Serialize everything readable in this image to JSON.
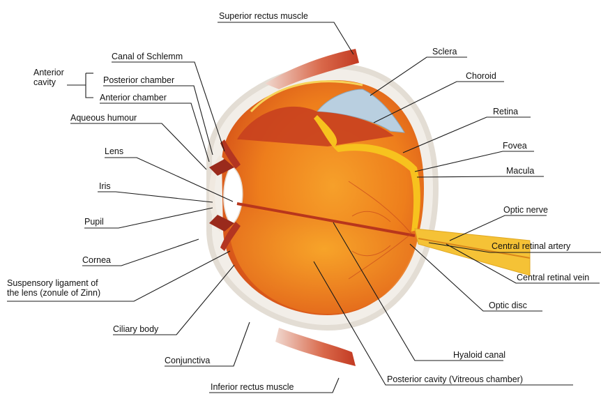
{
  "colors": {
    "vitreous": "#f08a1a",
    "vitreous_dark": "#d8551a",
    "retina_yellow": "#f7c21e",
    "sclera": "#f4f1ec",
    "choroid_blue": "#b9cfe0",
    "muscle": "#c8442a",
    "iris": "#9a2a1c",
    "nerve": "#f5c236",
    "leader": "#1a1a1a"
  },
  "labels": {
    "superior_rectus": "Superior rectus muscle",
    "canal_schlemm": "Canal of Schlemm",
    "anterior_cavity": "Anterior\ncavity",
    "posterior_chamber": "Posterior chamber",
    "anterior_chamber": "Anterior chamber",
    "aqueous_humour": "Aqueous humour",
    "lens": "Lens",
    "iris": "Iris",
    "pupil": "Pupil",
    "cornea": "Cornea",
    "suspensory_ligament": "Suspensory ligament of\nthe lens (zonule of Zinn)",
    "ciliary_body": "Ciliary body",
    "conjunctiva": "Conjunctiva",
    "inferior_rectus": "Inferior rectus muscle",
    "sclera": "Sclera",
    "choroid": "Choroid",
    "retina": "Retina",
    "fovea": "Fovea",
    "macula": "Macula",
    "optic_nerve": "Optic nerve",
    "central_retinal_artery": "Central retinal artery",
    "central_retinal_vein": "Central retinal vein",
    "optic_disc": "Optic disc",
    "hyaloid_canal": "Hyaloid canal",
    "posterior_cavity": "Posterior cavity (Vitreous chamber)"
  }
}
